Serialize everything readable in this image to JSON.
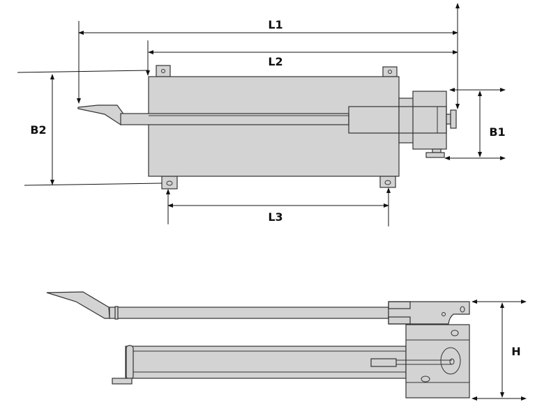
{
  "diagram": {
    "top_view": {
      "dimensions": {
        "L1": "L1",
        "L2": "L2",
        "L3": "L3",
        "B1": "B1",
        "B2": "B2"
      }
    },
    "side_view": {
      "dimensions": {
        "H": "H"
      }
    },
    "colors": {
      "part_fill": "#d3d3d3",
      "outline": "#333333"
    }
  }
}
